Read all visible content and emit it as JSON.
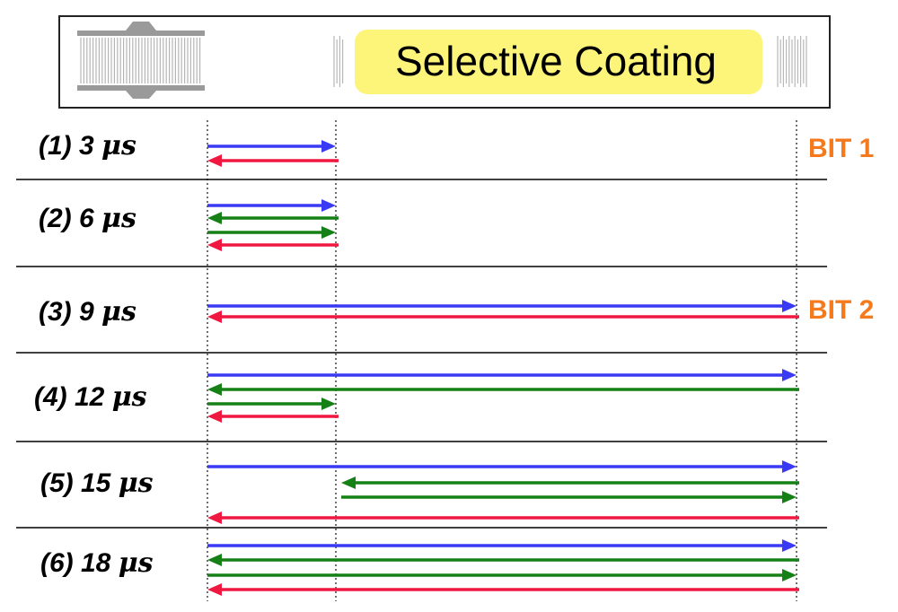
{
  "title": "Selective Coating",
  "colors": {
    "blue": "#3a3af5",
    "red": "#f01840",
    "green": "#158015",
    "bit": "#f57a1e",
    "highlight": "#fdf57a"
  },
  "rows": [
    {
      "label": "(1) 3 ",
      "unit": "μs",
      "bit": "BIT 1",
      "arrows": [
        {
          "color": "blue",
          "dir": "right",
          "span": "3 μs"
        },
        {
          "color": "red",
          "dir": "left",
          "span": "3 μs"
        }
      ]
    },
    {
      "label": "(2) 6 ",
      "unit": "μs",
      "arrows": [
        {
          "color": "blue",
          "dir": "right",
          "span": "3 μs"
        },
        {
          "color": "green",
          "dir": "left",
          "span": "3 μs"
        },
        {
          "color": "green",
          "dir": "right",
          "span": "3 μs"
        },
        {
          "color": "red",
          "dir": "left",
          "span": "3 μs"
        }
      ]
    },
    {
      "label": "(3) 9 ",
      "unit": "μs",
      "bit": "BIT 2",
      "arrows": [
        {
          "color": "blue",
          "dir": "right",
          "span": "full"
        },
        {
          "color": "red",
          "dir": "left",
          "span": "full"
        }
      ]
    },
    {
      "label": "(4) 12 ",
      "unit": "μs",
      "arrows": [
        {
          "color": "blue",
          "dir": "right",
          "span": "full"
        },
        {
          "color": "green",
          "dir": "left",
          "span": "full"
        },
        {
          "color": "green",
          "dir": "right",
          "span": "3 μs"
        },
        {
          "color": "red",
          "dir": "left",
          "span": "3 μs"
        }
      ]
    },
    {
      "label": "(5) 15 ",
      "unit": "μs",
      "arrows": [
        {
          "color": "blue",
          "dir": "right",
          "span": "full"
        },
        {
          "color": "green",
          "dir": "left",
          "span": "late"
        },
        {
          "color": "green",
          "dir": "right",
          "span": "late"
        },
        {
          "color": "red",
          "dir": "left",
          "span": "full"
        }
      ]
    },
    {
      "label": "(6) 18 ",
      "unit": "μs",
      "arrows": [
        {
          "color": "blue",
          "dir": "right",
          "span": "full"
        },
        {
          "color": "green",
          "dir": "left",
          "span": "full"
        },
        {
          "color": "green",
          "dir": "right",
          "span": "full"
        },
        {
          "color": "red",
          "dir": "left",
          "span": "full"
        }
      ]
    }
  ]
}
